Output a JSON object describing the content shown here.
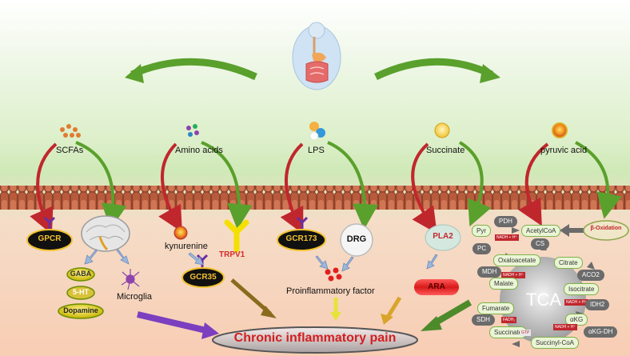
{
  "sources": {
    "scfas": "SCFAs",
    "amino_acids": "Amino acids",
    "lps": "LPS",
    "succinate": "Succinate",
    "pyruvic_acid": "pyruvic acid"
  },
  "receptors": {
    "gpcr": "GPCR",
    "gcr173": "GCR173",
    "gcr35": "GCR35",
    "drg": "DRG",
    "pla2": "PLA2",
    "ara": "ARA",
    "trpv1": "TRPV1",
    "kynurenine": "kynurenine",
    "microglia": "Microglia",
    "proinflammatory": "Proinflammatory factor"
  },
  "neurotransmitters": {
    "gaba": "GABA",
    "five_ht": "5-HT",
    "dopamine": "Dopamine"
  },
  "outcome": "Chronic inflammatory pain",
  "tca": {
    "center": "TCA",
    "pyr": "Pyr",
    "pdh": "PDH",
    "acetylcoa": "AcetylCoA",
    "beta_oxidation": "β-Oxidation",
    "pc": "PC",
    "cs": "CS",
    "oxaloacetate": "Oxaloacetate",
    "citrate": "Citrate",
    "mdh": "MDH",
    "aco2": "ACO2",
    "malate": "Malate",
    "isocitrate": "Isocitrate",
    "fumarate": "Fumarate",
    "idh2": "IDH2",
    "sdh": "SDH",
    "akg": "αKG",
    "succinate": "Succinate",
    "akg_dh": "αKG-DH",
    "succinyl_coa": "Succinyl-CoA",
    "nadh": "NADH + H⁺",
    "fadh2": "FADH₂",
    "gtp": "GTP"
  },
  "colors": {
    "green_arrow": "#5aa02c",
    "red_arrow": "#c0272d",
    "purple_arrow": "#7b3fbf",
    "outcome_text": "#d41e1e"
  }
}
